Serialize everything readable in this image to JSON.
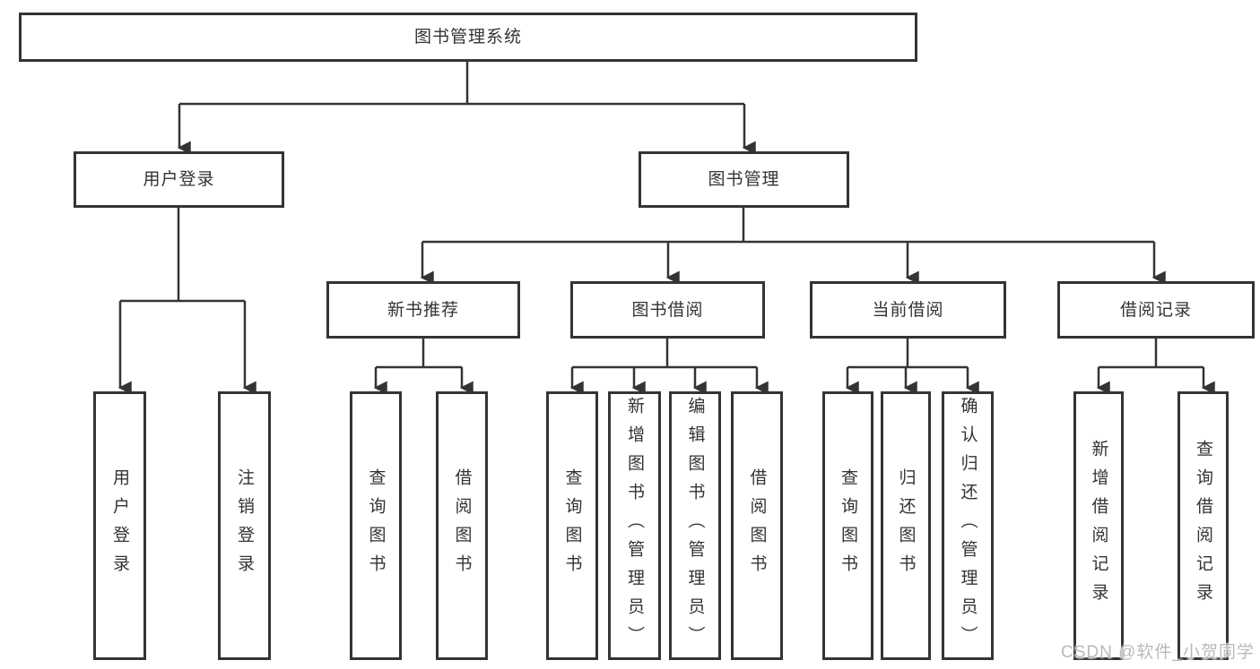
{
  "diagram": {
    "root": "图书管理系统",
    "level2": [
      {
        "label": "用户登录"
      },
      {
        "label": "图书管理"
      }
    ],
    "level3": [
      {
        "label": "新书推荐",
        "parent": "图书管理"
      },
      {
        "label": "图书借阅",
        "parent": "图书管理"
      },
      {
        "label": "当前借阅",
        "parent": "图书管理"
      },
      {
        "label": "借阅记录",
        "parent": "图书管理"
      }
    ],
    "leaves": [
      {
        "label": "用户登录",
        "parent": "用户登录"
      },
      {
        "label": "注销登录",
        "parent": "用户登录"
      },
      {
        "label": "查询图书",
        "parent": "新书推荐"
      },
      {
        "label": "借阅图书",
        "parent": "新书推荐"
      },
      {
        "label": "查询图书",
        "parent": "图书借阅"
      },
      {
        "label": "新增图书（管理员）",
        "parent": "图书借阅"
      },
      {
        "label": "编辑图书（管理员）",
        "parent": "图书借阅"
      },
      {
        "label": "借阅图书",
        "parent": "图书借阅"
      },
      {
        "label": "查询图书",
        "parent": "当前借阅"
      },
      {
        "label": "归还图书",
        "parent": "当前借阅"
      },
      {
        "label": "确认归还（管理员）",
        "parent": "当前借阅"
      },
      {
        "label": "新增借阅记录",
        "parent": "借阅记录"
      },
      {
        "label": "查询借阅记录",
        "parent": "借阅记录"
      }
    ],
    "watermark": "CSDN @软件_小贺同学",
    "colors": {
      "line": "#343434",
      "text": "#333333",
      "background": "#ffffff",
      "watermark": "#b9b9b9"
    }
  }
}
